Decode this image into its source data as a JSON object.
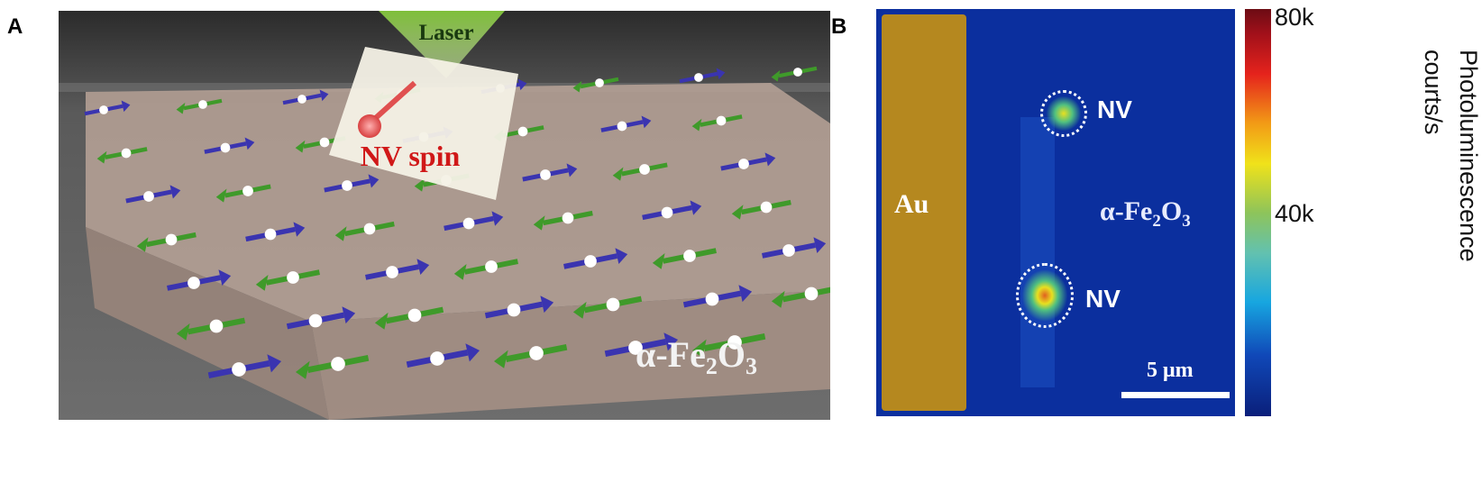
{
  "panel_a": {
    "label": "A",
    "laser_label": "Laser",
    "nv_label": "NV spin",
    "material_label": {
      "prefix": "α-Fe",
      "sub1": "2",
      "mid": "O",
      "sub2": "3"
    }
  },
  "panel_b": {
    "label": "B",
    "au_label": "Au",
    "nv_labels": [
      "NV",
      "NV"
    ],
    "material_label": {
      "prefix": "α-Fe",
      "sub1": "2",
      "mid": "O",
      "sub2": "3"
    },
    "scale_bar": "5 μm",
    "colorbar": {
      "ticks": [
        "80k",
        "40k"
      ],
      "title_line1": "Photoluminescence",
      "title_line2": "courts/s"
    }
  },
  "colors": {
    "green_arrow": "#3f9a2a",
    "blue_arrow": "#3a34b0",
    "au": "#b5881f",
    "pl_bg": "#0b2f9e"
  }
}
